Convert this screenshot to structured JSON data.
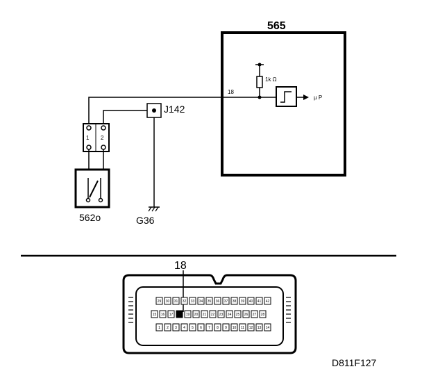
{
  "components": {
    "module": {
      "label": "565",
      "pin": "18",
      "resistor": "1k Ω",
      "output": "µ P"
    },
    "switch": {
      "label": "562o",
      "pin1": "1",
      "pin2": "2"
    },
    "junction": {
      "label": "J142"
    },
    "ground": {
      "label": "G36"
    }
  },
  "connector": {
    "callout": "18",
    "rows": [
      [
        "29",
        "30",
        "31",
        "32",
        "33",
        "34",
        "35",
        "36",
        "37",
        "38",
        "39",
        "40",
        "41",
        "42"
      ],
      [
        "15",
        "16",
        "17",
        "18",
        "19",
        "20",
        "21",
        "22",
        "23",
        "24",
        "25",
        "26",
        "27",
        "28"
      ],
      [
        "1",
        "2",
        "3",
        "4",
        "5",
        "6",
        "7",
        "8",
        "9",
        "10",
        "11",
        "12",
        "13",
        "14"
      ]
    ],
    "highlighted_pin": "18"
  },
  "figure_id": "D811F127"
}
